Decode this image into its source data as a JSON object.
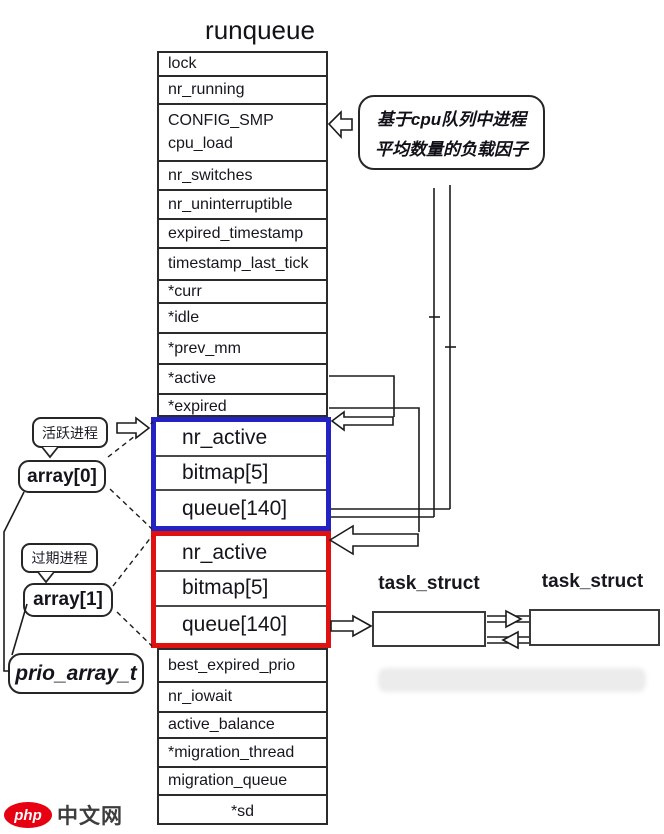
{
  "title": "runqueue",
  "runqueue": {
    "top_fields": [
      "lock",
      "nr_running"
    ],
    "smp_cell": {
      "line1": "CONFIG_SMP",
      "line2": "cpu_load"
    },
    "mid_fields": [
      "nr_switches",
      "nr_uninterruptible",
      "expired_timestamp",
      "timestamp_last_tick",
      "*curr",
      "*idle",
      "*prev_mm",
      "*active",
      "*expired"
    ],
    "bottom_fields": [
      "best_expired_prio",
      "nr_iowait",
      "active_balance",
      "*migration_thread",
      "migration_queue",
      "*sd"
    ]
  },
  "prio_arrays": {
    "active": {
      "fields": [
        "nr_active",
        "bitmap[5]",
        "queue[140]"
      ],
      "border_color": "#2323c4"
    },
    "expired": {
      "fields": [
        "nr_active",
        "bitmap[5]",
        "queue[140]"
      ],
      "border_color": "#e01111"
    }
  },
  "callout": {
    "line1": "基于cpu队列中进程",
    "line2": "平均数量的负载因子"
  },
  "left_labels": {
    "active_process_bubble": "活跃进程",
    "array0": "array[0]",
    "expired_process_bubble": "过期进程",
    "array1": "array[1]",
    "type_label": "prio_array_t"
  },
  "task_structs": {
    "left_label": "task_struct",
    "right_label": "task_struct"
  },
  "watermark": {
    "logo_text": "php",
    "site_text": "中文网",
    "logo_color": "#e60012"
  },
  "icons": {
    "callout-arrow-icon": "hollow-left-arrow",
    "active-label-arrow-icon": "hollow-right-arrow",
    "active-pointer-arrow-icon": "hollow-left-arrow",
    "expired-pointer-arrow-icon": "hollow-left-arrow",
    "queue-to-task-arrow-icon": "hollow-right-arrow",
    "task-forward-arrow-icon": "hollow-right-arrow",
    "task-back-arrow-icon": "hollow-left-arrow"
  },
  "colors": {
    "line": "#1c1c1c",
    "table_border": "#2b2b2b",
    "active_box": "#2323c4",
    "expired_box": "#e01111",
    "logo": "#e60012"
  }
}
